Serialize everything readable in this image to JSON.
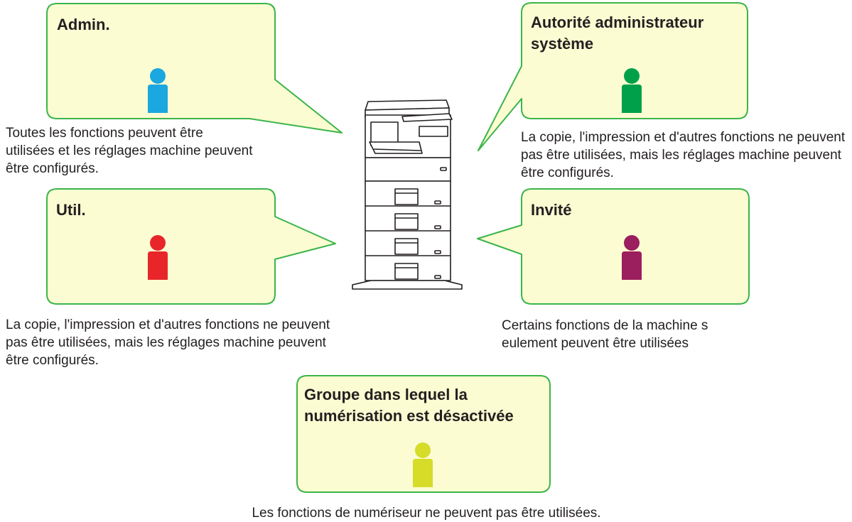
{
  "roles": {
    "admin": {
      "title": "Admin.",
      "description": "Toutes les fonctions peuvent être utilisées et les réglages machine peuvent être configurés.",
      "icon": "person-icon",
      "color": "#1ba7e0"
    },
    "sysadmin": {
      "title": "Autorité administrateur système",
      "description": "La copie, l'impression et d'autres fonctions ne peuvent pas être utilisées, mais les réglages machine peuvent être configurés.",
      "icon": "person-icon",
      "color": "#00a04a"
    },
    "user": {
      "title": "Util.",
      "description": "La copie, l'impression et d'autres fonctions ne peuvent pas être utilisées, mais les réglages machine peuvent être configurés.",
      "icon": "person-icon",
      "color": "#e8262a"
    },
    "guest": {
      "title": "Invité",
      "description": "Certains fonctions de la machine s eulement peuvent être utilisées",
      "icon": "person-icon",
      "color": "#9b1e5e"
    },
    "scan_disabled": {
      "title": "Groupe dans lequel la numérisation est désactivée",
      "description": "Les fonctions de numériseur ne peuvent pas être utilisées.",
      "icon": "person-icon",
      "color": "#d6dc28"
    }
  },
  "bubble_style": {
    "fill": "#fbfcd2",
    "stroke": "#3bb54a"
  },
  "center": {
    "icon": "printer-icon"
  }
}
